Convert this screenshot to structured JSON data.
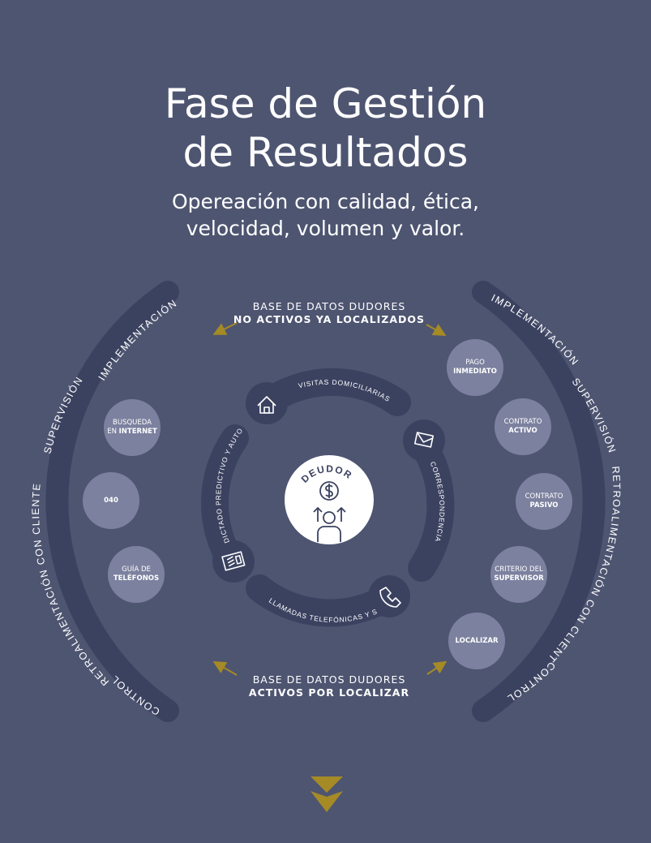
{
  "header": {
    "title_line1": "Fase de Gestión",
    "title_line2": "de Resultados",
    "subtitle_line1": "Opereación con calidad, ética,",
    "subtitle_line2": "velocidad, volumen y valor."
  },
  "db_top": {
    "line1": "BASE DE DATOS DUDORES",
    "line2": "NO ACTIVOS YA LOCALIZADOS"
  },
  "db_bottom": {
    "line1": "BASE DE DATOS DUDORES",
    "line2": "ACTIVOS POR LOCALIZAR"
  },
  "outer_arc_labels": {
    "implementacion": "IMPLEMENTACIÓN",
    "supervision": "SUPERVISIÓN",
    "retroalimentacion": "RETROALIMENTACIÓN CON CLIENTE",
    "control": "CONTROL"
  },
  "left_nodes": [
    {
      "line1": "BUSQUEDA",
      "line2_prefix": "EN ",
      "line2_bold": "INTERNET"
    },
    {
      "line1": "",
      "line2_prefix": "",
      "line2_bold": "040"
    },
    {
      "line1": "GUÍA DE",
      "line2_prefix": "",
      "line2_bold": "TELÉFONOS"
    }
  ],
  "right_nodes": [
    {
      "line1": "PAGO",
      "line2": "INMEDIATO"
    },
    {
      "line1": "CONTRATO",
      "line2": "ACTIVO"
    },
    {
      "line1": "CONTRATO",
      "line2": "PASIVO"
    },
    {
      "line1": "CRITERIO DEL",
      "line2": "SUPERVISOR"
    },
    {
      "line1": "",
      "line2": "LOCALIZAR"
    }
  ],
  "inner_ring": {
    "visitas": "VISITAS DOMICILIARIAS",
    "correspondencia": "CORRESPONDENCIA",
    "llamadas": "LLAMADAS TELEFÓNICAS Y SMS",
    "dictado": "DICTADO PREDICTIVO Y AUTOMÁTICO"
  },
  "center": {
    "label": "DEUDOR"
  },
  "icons": [
    "house-icon",
    "envelope-icon",
    "phone-icon",
    "fax-icon",
    "dollar-icon",
    "person-icon",
    "up-arrow-icon",
    "double-chevron-down-icon"
  ],
  "colors": {
    "background": "#4e5571",
    "arc": "#3b4260",
    "node": "#7c819f",
    "accent": "#a58a26",
    "center": "#ffffff",
    "center_text": "#3b4260"
  }
}
